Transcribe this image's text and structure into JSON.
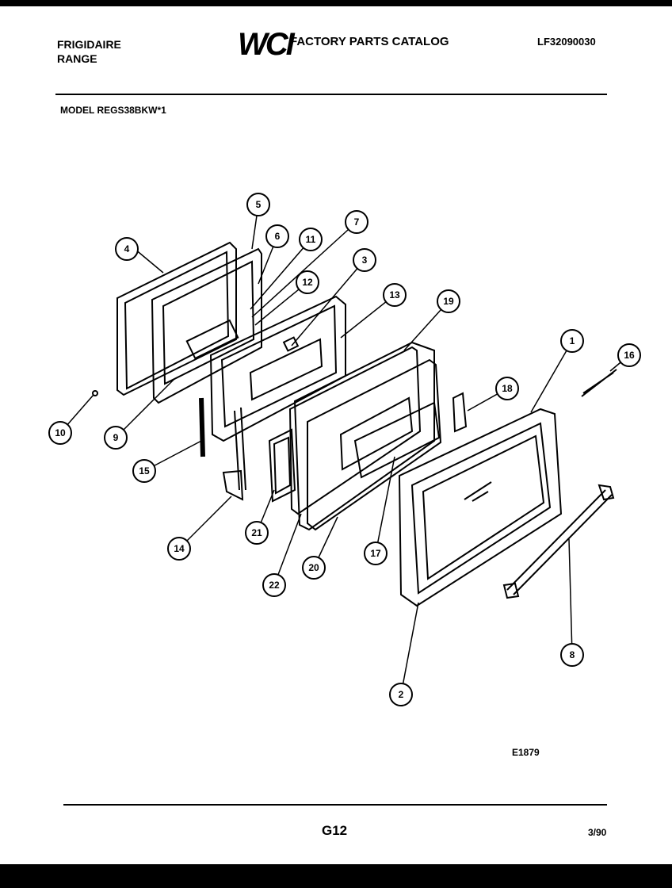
{
  "header": {
    "brand_line1": "FRIGIDAIRE",
    "brand_line2": "RANGE",
    "logo_text": "WCI",
    "catalog_title": "FACTORY PARTS CATALOG",
    "document_number": "LF32090030",
    "model_line": "MODEL REGS38BKW*1"
  },
  "diagram": {
    "figure_code": "E1879",
    "callouts": [
      "1",
      "2",
      "3",
      "4",
      "5",
      "6",
      "7",
      "8",
      "9",
      "10",
      "11",
      "12",
      "13",
      "14",
      "15",
      "16",
      "17",
      "18",
      "19",
      "20",
      "21",
      "22"
    ]
  },
  "footer": {
    "page_code": "G12",
    "date_code": "3/90"
  }
}
